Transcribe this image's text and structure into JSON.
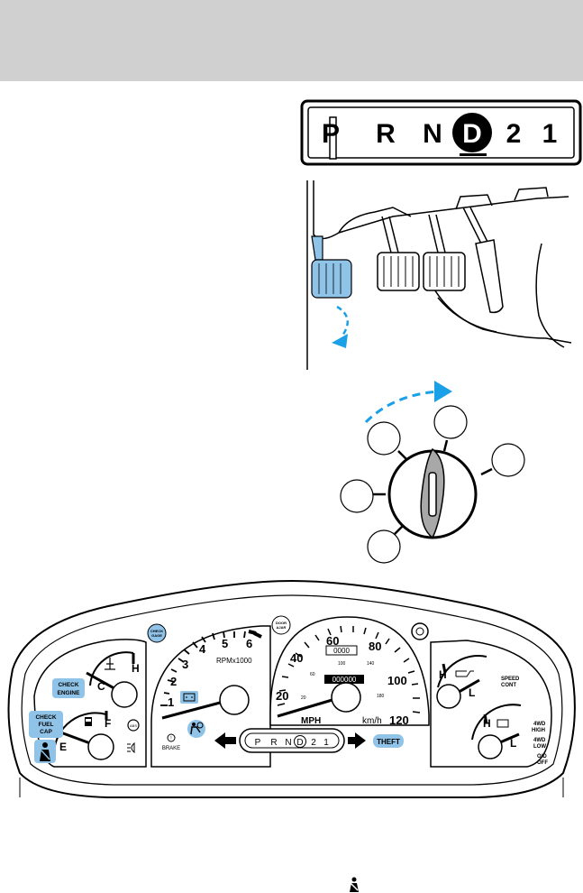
{
  "gear_indicator": {
    "positions": [
      "P",
      "R",
      "N",
      "D",
      "2",
      "1"
    ],
    "selected": "D"
  },
  "cluster": {
    "tach": {
      "label": "RPMx1000",
      "ticks": [
        "1",
        "2",
        "3",
        "4",
        "5",
        "6"
      ]
    },
    "speedo": {
      "mph_ticks": [
        "20",
        "40",
        "60",
        "80",
        "100",
        "120"
      ],
      "mph_label": "MPH",
      "kmh_label": "km/h",
      "kmh_ticks": [
        "20",
        "60",
        "100",
        "140",
        "180"
      ],
      "trip_display": "0000",
      "odometer_display": "000000"
    },
    "temp_gauge": {
      "low": "C",
      "high": "H"
    },
    "fuel_gauge": {
      "low": "E",
      "high": "F"
    },
    "oil_gauge": {
      "low": "L",
      "high": "H"
    },
    "battery_gauge": {
      "low": "L",
      "high": "H"
    },
    "lamps": {
      "check_engine": "CHECK ENGINE",
      "check_fuel_cap": "CHECK FUEL CAP",
      "check_gage": "CHECK GAGE",
      "door_ajar": "DOOR AJAR",
      "brake": "BRAKE",
      "theft": "THEFT",
      "speed_control": "SPEED CONT",
      "four_wd_high": "4WD HIGH",
      "four_wd_low": "4WD LOW",
      "overdrive_off": "O/D OFF"
    },
    "prnd_strip": [
      "P",
      "R",
      "N",
      "D",
      "2",
      "1"
    ]
  },
  "colors": {
    "header_band": "#d0d0d0",
    "highlight_blue": "#8fc3e8",
    "arrow_blue": "#1aa0e6"
  },
  "icons": [
    "seatbelt-icon",
    "battery-icon",
    "fuel-pump-icon",
    "coolant-icon",
    "oil-can-icon",
    "airbag-icon",
    "headlamp-icon",
    "abs-icon",
    "arrow-left-icon",
    "arrow-right-icon"
  ]
}
